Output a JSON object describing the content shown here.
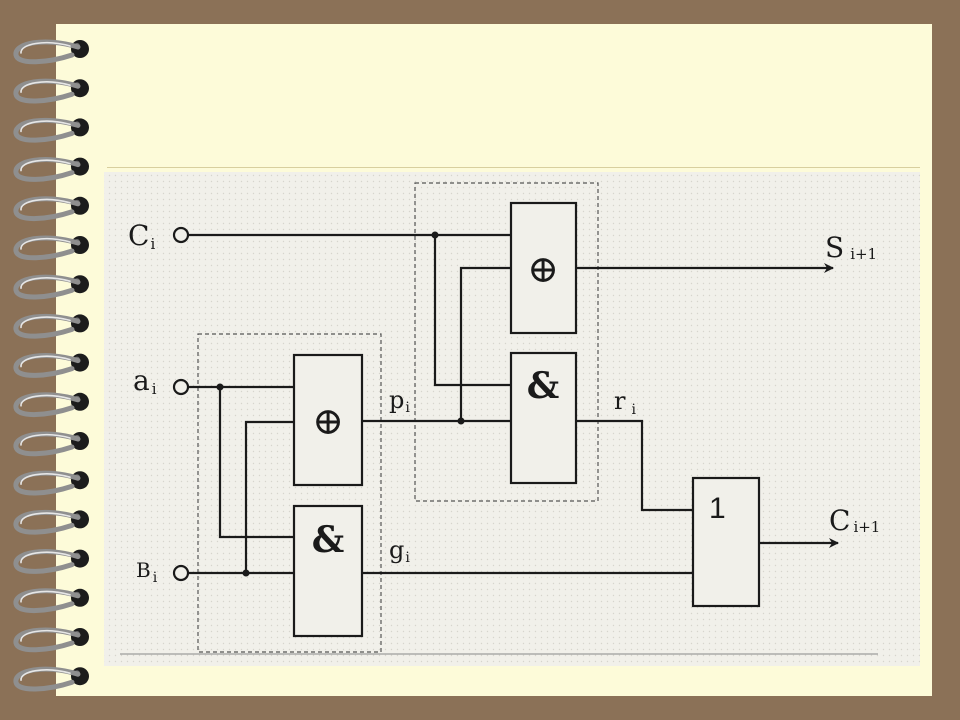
{
  "diagram": {
    "inputs": {
      "c": {
        "main": "C",
        "sub": "i"
      },
      "a": {
        "main": "a",
        "sub": "i"
      },
      "b": {
        "main": "B",
        "sub": "i"
      }
    },
    "outputs": {
      "s": {
        "main": "S",
        "sub": "i+1"
      },
      "c": {
        "main": "C",
        "sub": "i+1"
      }
    },
    "signals": {
      "p": {
        "main": "p",
        "sub": "i"
      },
      "g": {
        "main": "g",
        "sub": "i"
      },
      "r": {
        "main": "r",
        "sub": "i"
      }
    },
    "gates": {
      "xor_symbol": "⊕",
      "and_symbol": "&",
      "or_symbol": "1"
    }
  },
  "colors": {
    "background": "#8b7157",
    "page": "#fdfbd9",
    "panel": "#f1f0ea",
    "ink": "#1a1a1a"
  }
}
